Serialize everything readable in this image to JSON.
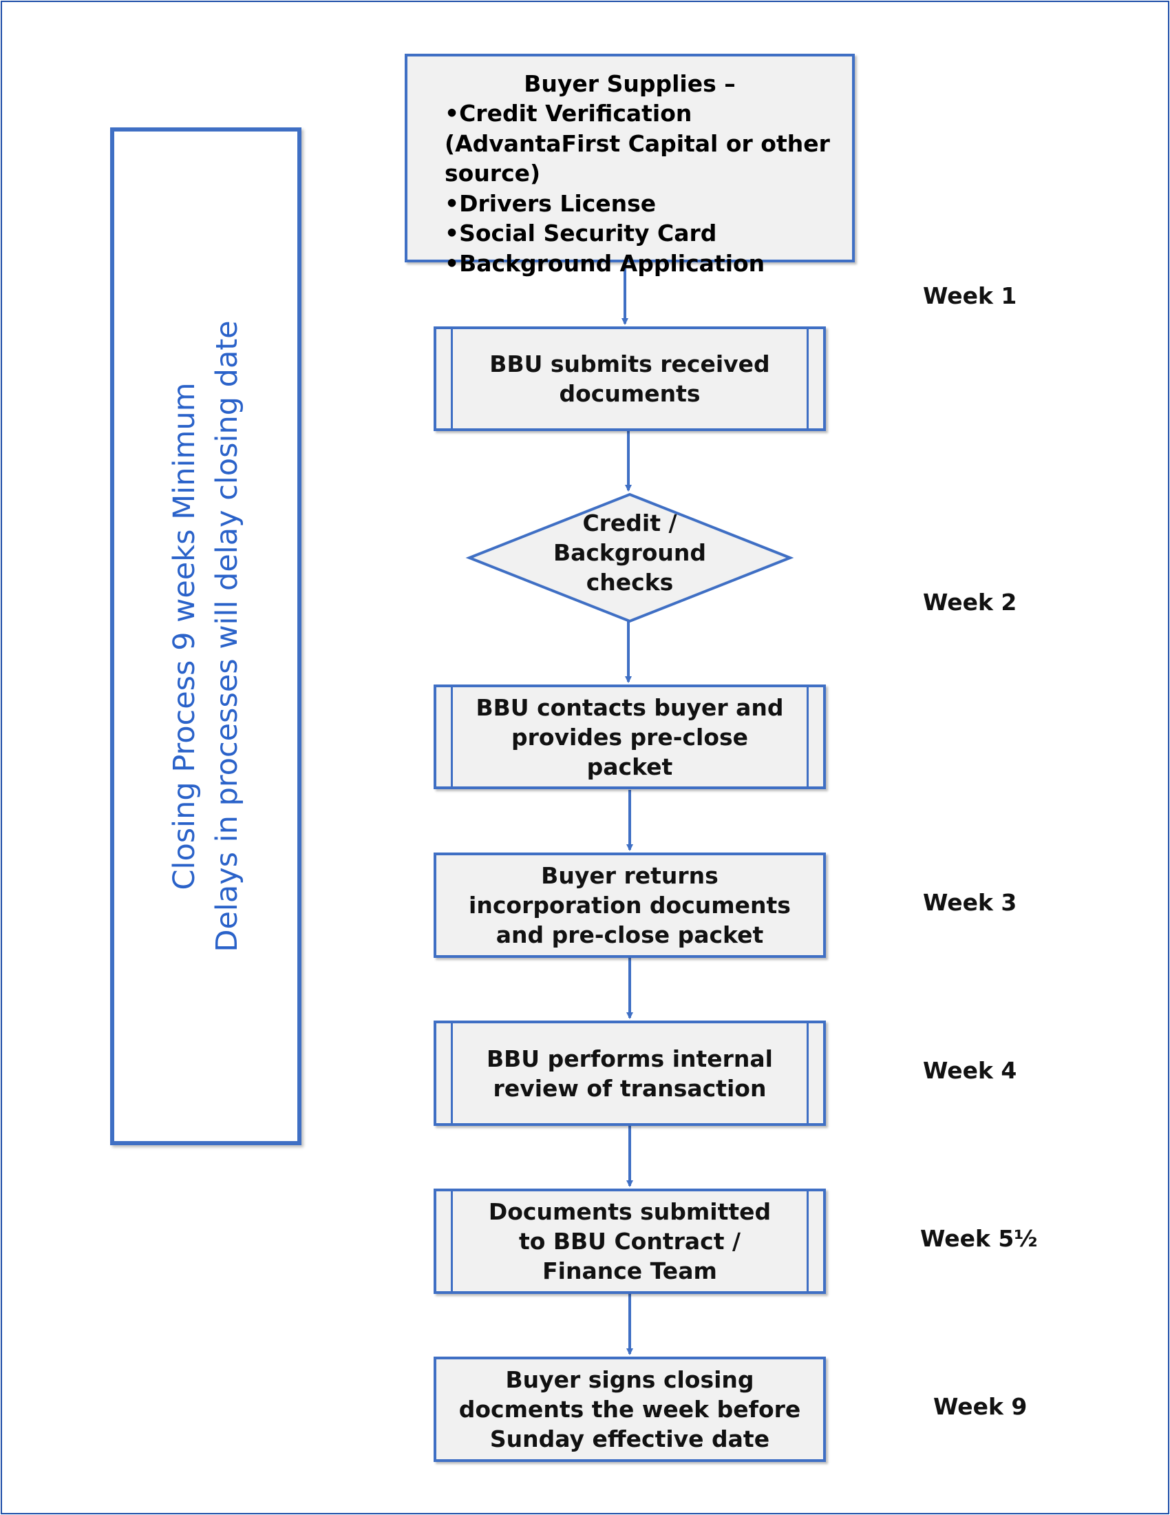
{
  "colors": {
    "accent": "#3f6fc4",
    "box_fill": "#f1f1f1",
    "side_text": "#2a62c9"
  },
  "side_panel": {
    "line1": "Closing Process 9 weeks Minimum",
    "line2": "Delays in processes will delay closing date"
  },
  "steps": {
    "buyer_supplies": {
      "heading": "Buyer Supplies –",
      "items": [
        "•Credit Verification (AdvantaFirst Capital or other source)",
        "•Drivers License",
        "•Social Security Card",
        "•Background Application"
      ]
    },
    "bbu_submits": "BBU submits received documents",
    "credit_checks": "Credit / Background checks",
    "bbu_contacts": "BBU contacts buyer and provides pre-close packet",
    "buyer_returns": "Buyer returns incorporation documents and pre-close packet",
    "bbu_review": "BBU performs internal review of transaction",
    "docs_submitted": "Documents submitted to BBU Contract / Finance Team",
    "buyer_signs": "Buyer signs closing docments the week before Sunday effective date"
  },
  "weeks": [
    "Week 1",
    "Week 2",
    "Week 3",
    "Week 4",
    "Week 5½",
    "Week 9"
  ]
}
